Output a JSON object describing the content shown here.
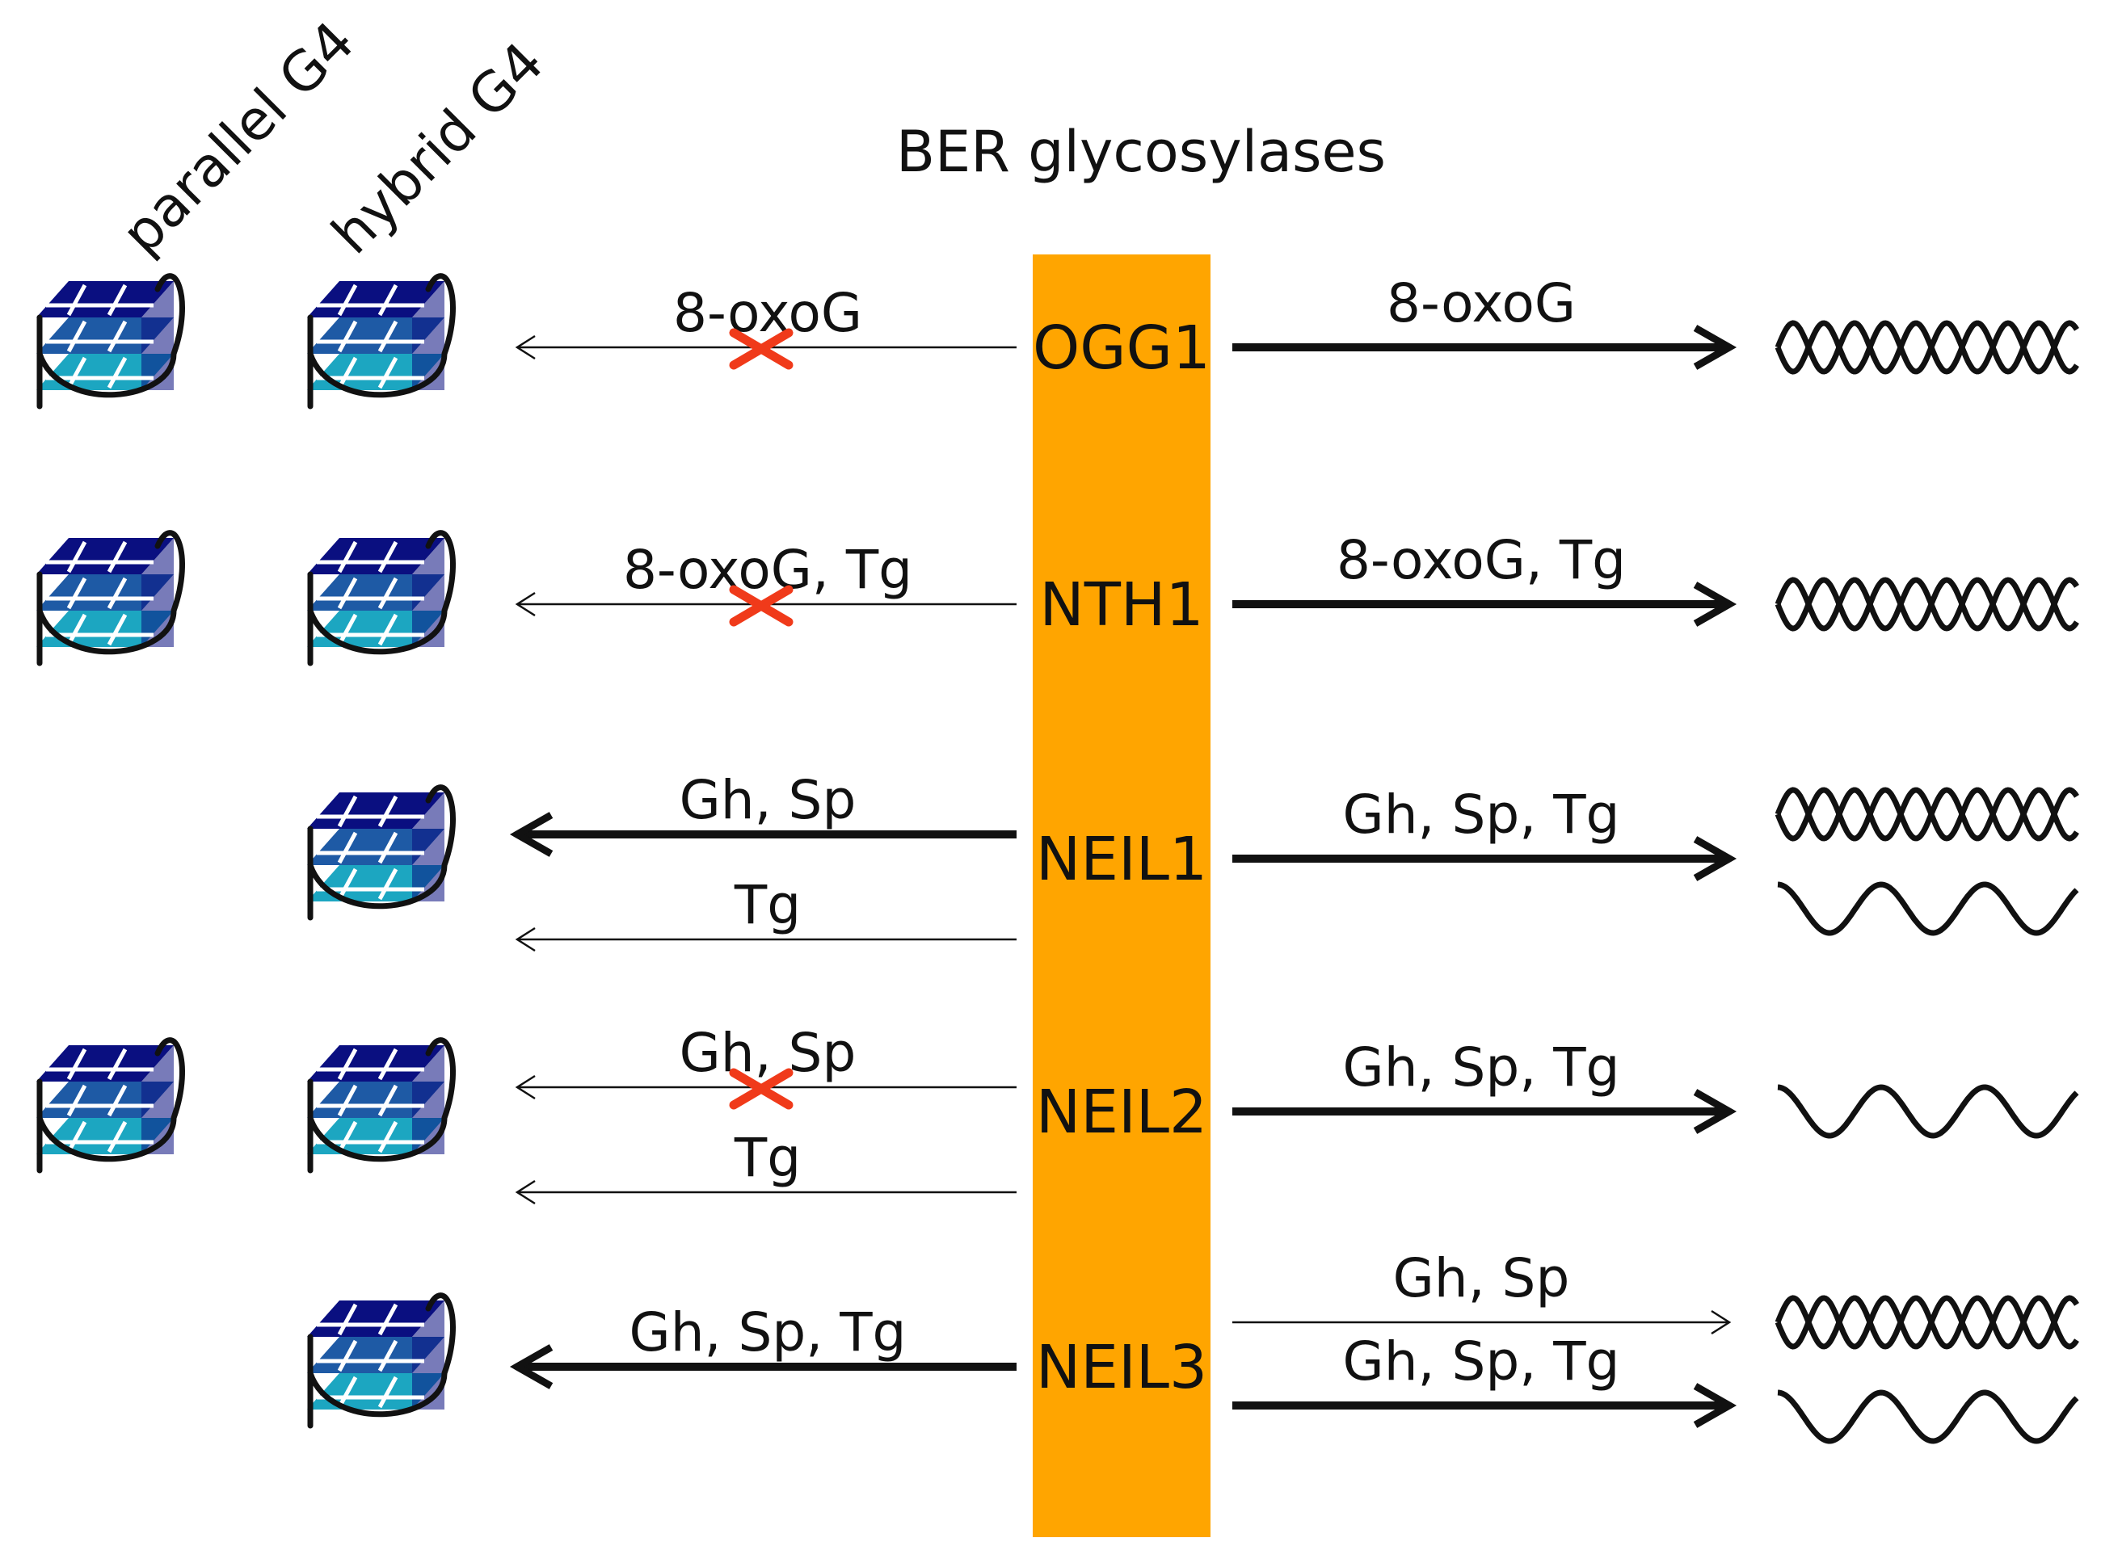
{
  "title": "BER glycosylases",
  "column_labels": {
    "parallel": "parallel G4",
    "hybrid": "hybrid G4"
  },
  "colors": {
    "bar": "#FFA500",
    "cross": "#F03A1A",
    "g4_dark": "#0A0F80",
    "g4_mid": "#1E5AA5",
    "g4_light": "#1CA6C1",
    "ink": "#111111"
  },
  "icons": {
    "g4": "g4-quadruplex-icon",
    "duplex": "dsdna-helix-icon",
    "single": "ssdna-wave-icon",
    "cross": "cross-icon"
  },
  "enzymes": [
    {
      "name": "OGG1",
      "g4": {
        "parallel": true,
        "hybrid": true
      },
      "left": [
        {
          "label": "8-oxoG",
          "strength": "weak",
          "blocked": true
        }
      ],
      "right": [
        {
          "label": "8-oxoG",
          "strength": "strong"
        }
      ],
      "substrates": [
        "duplex"
      ]
    },
    {
      "name": "NTH1",
      "g4": {
        "parallel": true,
        "hybrid": true
      },
      "left": [
        {
          "label": "8-oxoG, Tg",
          "strength": "weak",
          "blocked": true
        }
      ],
      "right": [
        {
          "label": "8-oxoG, Tg",
          "strength": "strong"
        }
      ],
      "substrates": [
        "duplex"
      ]
    },
    {
      "name": "NEIL1",
      "g4": {
        "parallel": false,
        "hybrid": true
      },
      "left": [
        {
          "label": "Gh, Sp",
          "strength": "strong",
          "blocked": false
        },
        {
          "label": "Tg",
          "strength": "weak",
          "blocked": false
        }
      ],
      "right": [
        {
          "label": "Gh, Sp, Tg",
          "strength": "strong"
        }
      ],
      "substrates": [
        "duplex",
        "single"
      ]
    },
    {
      "name": "NEIL2",
      "g4": {
        "parallel": true,
        "hybrid": true
      },
      "left": [
        {
          "label": "Gh, Sp",
          "strength": "weak",
          "blocked": true
        },
        {
          "label": "Tg",
          "strength": "weak",
          "blocked": false
        }
      ],
      "right": [
        {
          "label": "Gh, Sp, Tg",
          "strength": "strong"
        }
      ],
      "substrates": [
        "single"
      ]
    },
    {
      "name": "NEIL3",
      "g4": {
        "parallel": false,
        "hybrid": true
      },
      "left": [
        {
          "label": "Gh, Sp, Tg",
          "strength": "strong",
          "blocked": false
        }
      ],
      "right": [
        {
          "label": "Gh, Sp",
          "strength": "weak"
        },
        {
          "label": "Gh, Sp, Tg",
          "strength": "strong"
        }
      ],
      "substrates": [
        "duplex",
        "single"
      ]
    }
  ]
}
